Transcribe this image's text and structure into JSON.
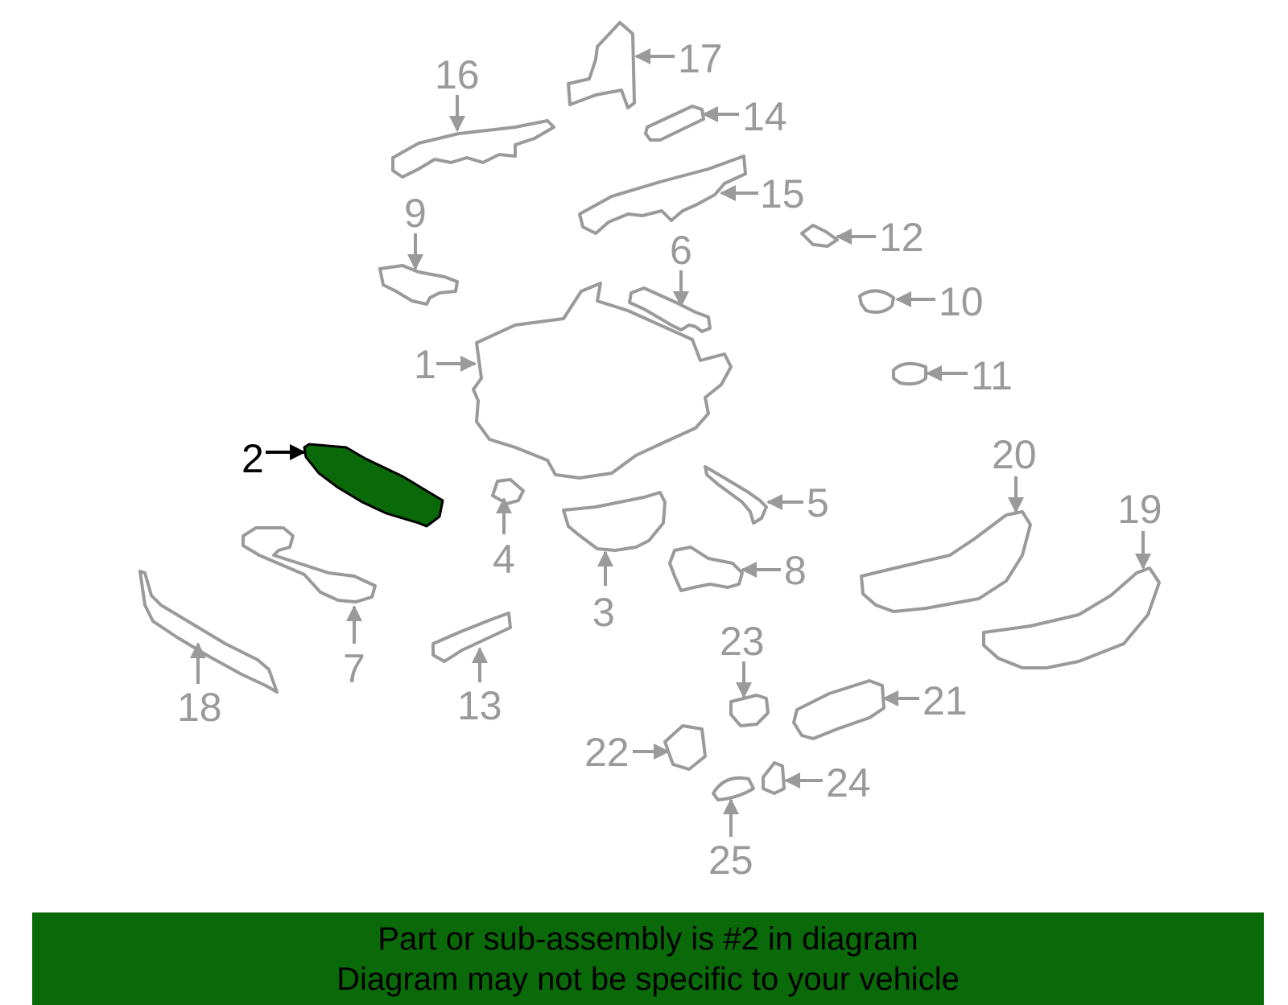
{
  "colors": {
    "part_stroke": "#9a9a9a",
    "label_text": "#9a9a9a",
    "selected_fill": "#0a6a0a",
    "selected_stroke": "#000000",
    "selected_label": "#000000",
    "banner_background": "#0a6a0a",
    "banner_text": "#000000"
  },
  "diagram": {
    "selected_part": "2",
    "callouts": [
      {
        "id": "1",
        "label": "1"
      },
      {
        "id": "2",
        "label": "2"
      },
      {
        "id": "3",
        "label": "3"
      },
      {
        "id": "4",
        "label": "4"
      },
      {
        "id": "5",
        "label": "5"
      },
      {
        "id": "6",
        "label": "6"
      },
      {
        "id": "7",
        "label": "7"
      },
      {
        "id": "8",
        "label": "8"
      },
      {
        "id": "9",
        "label": "9"
      },
      {
        "id": "10",
        "label": "10"
      },
      {
        "id": "11",
        "label": "11"
      },
      {
        "id": "12",
        "label": "12"
      },
      {
        "id": "13",
        "label": "13"
      },
      {
        "id": "14",
        "label": "14"
      },
      {
        "id": "15",
        "label": "15"
      },
      {
        "id": "16",
        "label": "16"
      },
      {
        "id": "17",
        "label": "17"
      },
      {
        "id": "18",
        "label": "18"
      },
      {
        "id": "19",
        "label": "19"
      },
      {
        "id": "20",
        "label": "20"
      },
      {
        "id": "21",
        "label": "21"
      },
      {
        "id": "22",
        "label": "22"
      },
      {
        "id": "23",
        "label": "23"
      },
      {
        "id": "24",
        "label": "24"
      },
      {
        "id": "25",
        "label": "25"
      }
    ]
  },
  "banner": {
    "line1": "Part or sub-assembly is #2 in diagram",
    "line2": "Diagram may not be specific to your vehicle"
  }
}
